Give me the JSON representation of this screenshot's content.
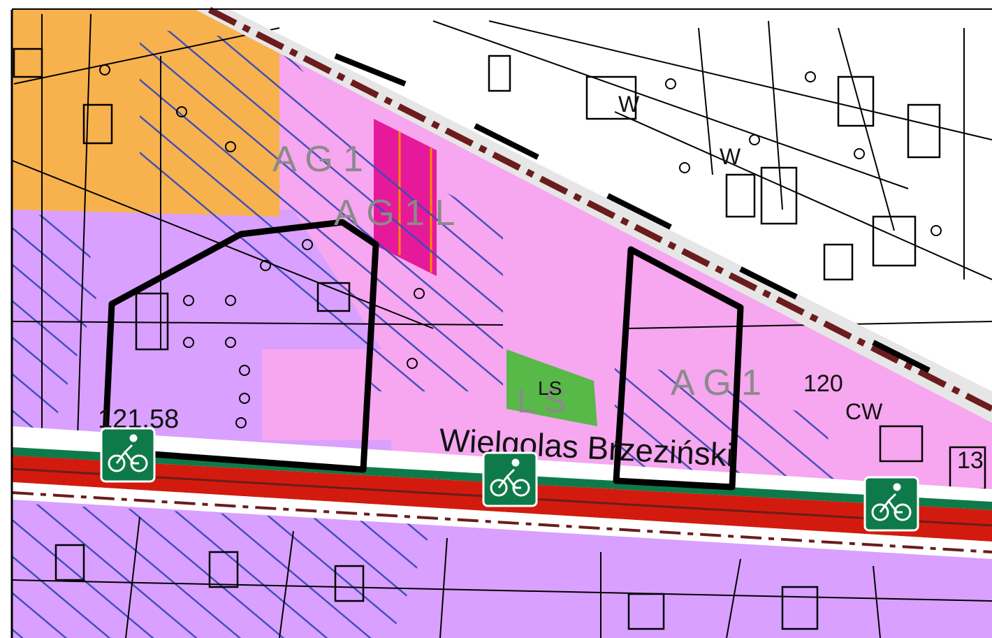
{
  "map": {
    "place_name": "Wielgolas  Brzeziński",
    "zone_labels": [
      {
        "id": "ag1-top",
        "text": "A G 1"
      },
      {
        "id": "ag1l",
        "text": "A G 1 L"
      },
      {
        "id": "ag1-right",
        "text": "A G 1"
      },
      {
        "id": "ls",
        "text": "L S"
      }
    ],
    "parcel_numbers": [
      {
        "id": "p-121-58",
        "text": "121.58"
      },
      {
        "id": "p-120",
        "text": "120"
      },
      {
        "id": "p-13",
        "text": "13"
      },
      {
        "id": "p-cw",
        "text": "CW"
      },
      {
        "id": "p-w1",
        "text": "W"
      },
      {
        "id": "p-w2",
        "text": "W"
      },
      {
        "id": "p-ls-small",
        "text": "LS"
      }
    ],
    "bike_route_signs": 3,
    "icons": [
      "bicycle-route-icon"
    ],
    "colors": {
      "residential_orange": "#f7b24e",
      "agricultural_pink": "#f7a6f0",
      "lilac_zone": "#d9a0ff",
      "ag1l_magenta": "#e6199b",
      "forest_green": "#58b848",
      "hatch_blue": "#3a4bb8",
      "railway_brown": "#6b1c1c",
      "road_red": "#d21b0e",
      "road_green": "#0e7a4a",
      "sign_green": "#0e7a4a",
      "boundary_black": "#000000"
    }
  }
}
